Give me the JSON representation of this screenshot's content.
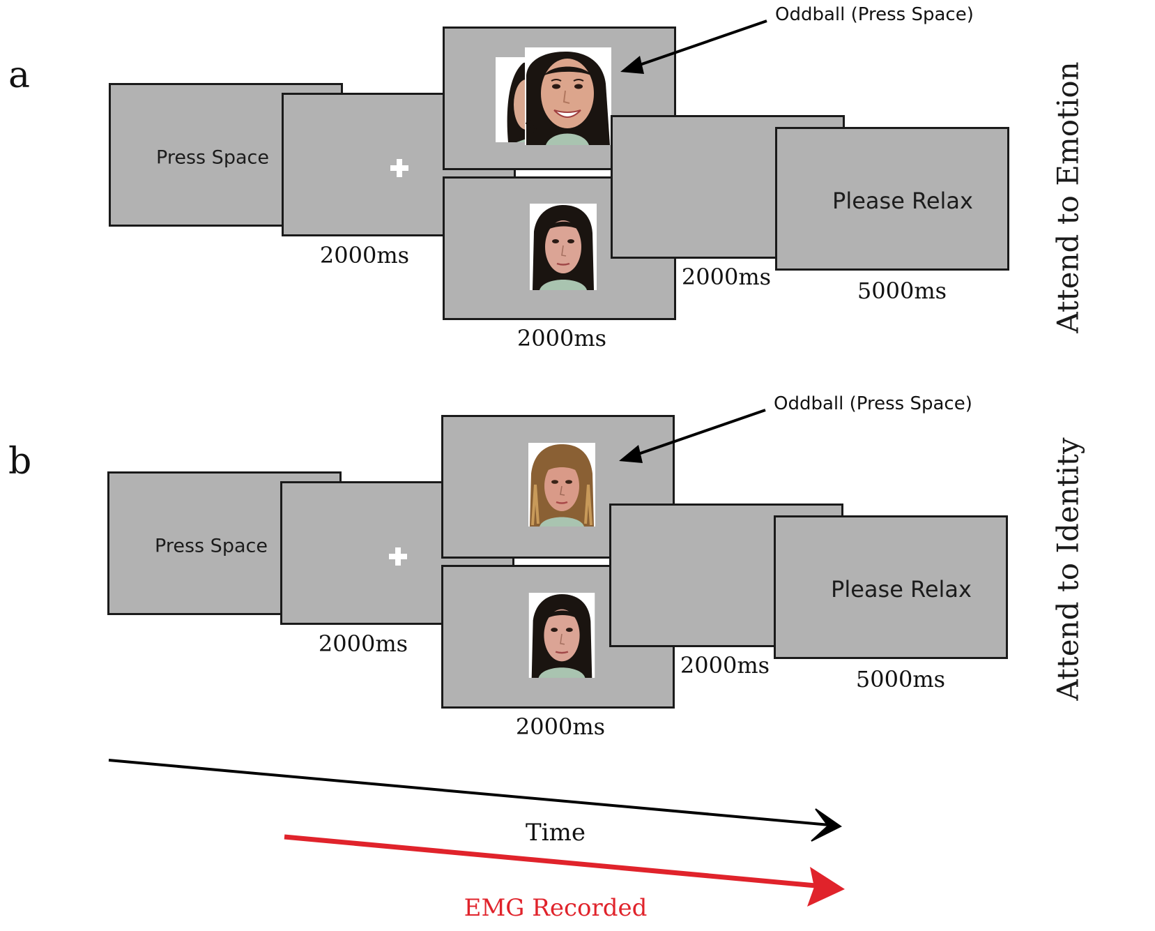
{
  "panel_a": {
    "letter": "a",
    "side_label": "Attend to Emotion",
    "screen_start": "Press Space",
    "screen_end": "Please Relax",
    "oddball_label": "Oddball (Press Space)",
    "dur_fixation": "2000ms",
    "dur_face": "2000ms",
    "dur_blank": "2000ms",
    "dur_relax": "5000ms"
  },
  "panel_b": {
    "letter": "b",
    "side_label": "Attend to Identity",
    "screen_start": "Press Space",
    "screen_end": "Please Relax",
    "oddball_label": "Oddball (Press Space)",
    "dur_fixation": "2000ms",
    "dur_face": "2000ms",
    "dur_blank": "2000ms",
    "dur_relax": "5000ms"
  },
  "timeline": {
    "time_label": "Time",
    "emg_label": "EMG Recorded",
    "time_color": "#000000",
    "emg_color": "#e0232b"
  },
  "colors": {
    "screen_fill": "#b2b2b2",
    "screen_border": "#1a1a1a",
    "fixation": "#ffffff"
  },
  "icons": {
    "fixation": "fixation-cross-icon",
    "face_neutral": "neutral-face-photo",
    "face_happy": "smiling-face-photo",
    "face_other_identity": "blonde-face-photo"
  }
}
